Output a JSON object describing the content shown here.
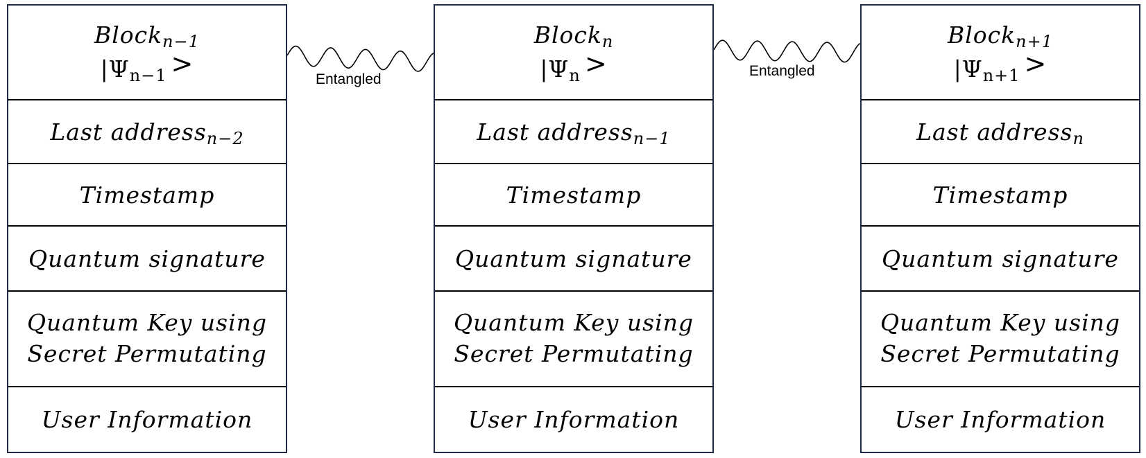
{
  "blocks": [
    {
      "header": {
        "block_base": "Block",
        "block_sub": "n−1",
        "psi": "|Ψ",
        "psi_sub": "n−1",
        "ket": ">"
      },
      "address": {
        "base": "Last address",
        "sub": "n−2"
      },
      "timestamp": "Timestamp",
      "signature": "Quantum signature",
      "key": {
        "line1": "Quantum Key using",
        "line2": "Secret Permutating"
      },
      "user": "User Information"
    },
    {
      "header": {
        "block_base": "Block",
        "block_sub": "n",
        "psi": "|Ψ",
        "psi_sub": "n",
        "ket": ">"
      },
      "address": {
        "base": "Last address",
        "sub": "n−1"
      },
      "timestamp": "Timestamp",
      "signature": "Quantum signature",
      "key": {
        "line1": "Quantum Key using",
        "line2": "Secret Permutating"
      },
      "user": "User Information"
    },
    {
      "header": {
        "block_base": "Block",
        "block_sub": "n+1",
        "psi": "|Ψ",
        "psi_sub": "n+1",
        "ket": ">"
      },
      "address": {
        "base": "Last address",
        "sub": "n"
      },
      "timestamp": "Timestamp",
      "signature": "Quantum signature",
      "key": {
        "line1": "Quantum Key using",
        "line2": "Secret Permutating"
      },
      "user": "User Information"
    }
  ],
  "links": [
    {
      "label": "Entangled"
    },
    {
      "label": "Entangled"
    }
  ],
  "colors": {
    "block_border": "#1f2a44",
    "divider": "#000000",
    "text": "#000000"
  }
}
